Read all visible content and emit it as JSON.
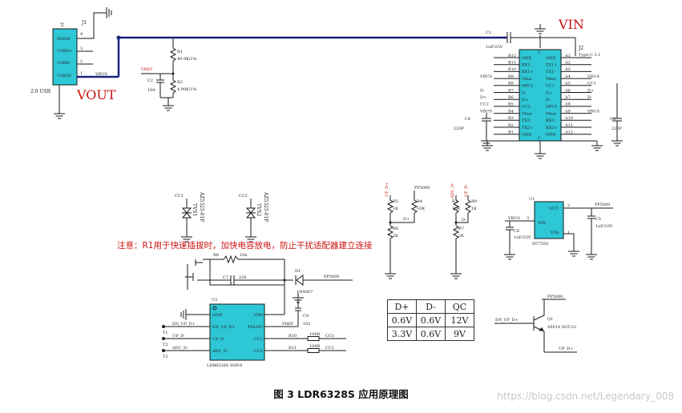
{
  "labels": {
    "vin": "VIN",
    "vout": "VOUT",
    "notice": "注意：R1用于快速插拔时，加快电容放电，防止干扰适配器建立连接"
  },
  "usb_a": {
    "ref": "J1",
    "ref2": "J3",
    "part": "2.0 USB",
    "pins": [
      {
        "num": "4",
        "name": "DGND"
      },
      {
        "num": "3",
        "name": "USBD+"
      },
      {
        "num": "2",
        "name": "USBD-"
      },
      {
        "num": "1",
        "name": "USB5V"
      }
    ],
    "net": "VBUS"
  },
  "divider": {
    "vref": "VREF",
    "r1_ref": "R1",
    "r1_val": "49.9K/1%",
    "r2_ref": "R2",
    "r2_val": "4.99K/1%",
    "c2_ref": "C2",
    "c2_val": "104"
  },
  "typec": {
    "c1_ref": "C1",
    "c1_val": "1uF/25V",
    "ref": "J2",
    "part": "Type-C 3.1",
    "chip_top": "C",
    "chip_bottom": "C",
    "left_pins": [
      {
        "num": "B12",
        "name": "GND",
        "net": ""
      },
      {
        "num": "B11",
        "name": "RX1-",
        "net": ""
      },
      {
        "num": "B10",
        "name": "RX1+",
        "net": ""
      },
      {
        "num": "B9",
        "name": "Vbus",
        "net": "VBUS"
      },
      {
        "num": "B8",
        "name": "SBU2",
        "net": ""
      },
      {
        "num": "B7",
        "name": "D-",
        "net": "D-"
      },
      {
        "num": "B6",
        "name": "D+",
        "net": "D+"
      },
      {
        "num": "B5",
        "name": "CC2",
        "net": "CC2"
      },
      {
        "num": "B4",
        "name": "Vbus",
        "net": "VBUS"
      },
      {
        "num": "B3",
        "name": "TX2-",
        "net": ""
      },
      {
        "num": "B2",
        "name": "TX2+",
        "net": ""
      },
      {
        "num": "B1",
        "name": "GND",
        "net": ""
      }
    ],
    "right_pins": [
      {
        "num": "A1",
        "name": "GND",
        "net": ""
      },
      {
        "num": "A2",
        "name": "TX1+",
        "net": ""
      },
      {
        "num": "A3",
        "name": "TX1-",
        "net": ""
      },
      {
        "num": "A4",
        "name": "Vbus",
        "net": "VBUS"
      },
      {
        "num": "A5",
        "name": "CC1",
        "net": "CC1"
      },
      {
        "num": "A6",
        "name": "D+",
        "net": "D+"
      },
      {
        "num": "A7",
        "name": "D-",
        "net": "D-"
      },
      {
        "num": "A8",
        "name": "SBU1",
        "net": ""
      },
      {
        "num": "A9",
        "name": "Vbus",
        "net": "VBUS"
      },
      {
        "num": "A10",
        "name": "RX2-",
        "net": ""
      },
      {
        "num": "A11",
        "name": "RX2+",
        "net": ""
      },
      {
        "num": "A12",
        "name": "GND",
        "net": ""
      }
    ],
    "c4_ref": "C4",
    "c4_val": "220P",
    "c3_ref": "C3",
    "c3_val": "220P"
  },
  "tvs": [
    {
      "net": "CC1",
      "ref": "TVS1",
      "part": "AZ5325-01F"
    },
    {
      "net": "CC2",
      "ref": "TVS2",
      "part": "AZ5325-01F"
    }
  ],
  "dp_bias": {
    "top_net": "UP_D+",
    "pp_net": "PP5000",
    "r5_ref": "R5",
    "r5_val": "1K",
    "r4_ref": "R4",
    "r4_val": "10K",
    "r6_ref": "R6",
    "r6_val": "2K",
    "mid_net": "D+"
  },
  "dm_bias": {
    "top_net": "ADC_D-",
    "top_net2": "UP_D-",
    "r3_ref": "R3",
    "r3_val": "13K",
    "r9_ref": "R9",
    "r9_val": "1K",
    "r7_ref": "R7",
    "r7_val": "2K",
    "mid_net": "D-"
  },
  "ldo": {
    "ref": "U1",
    "part": "HT7550",
    "out_label": "OUT",
    "vin_label": "VIN",
    "vss_label": "VSS",
    "pin_out": "2",
    "pin_vin": "3",
    "pin_vss": "1",
    "in_net": "VBUS",
    "out_net": "PP5000",
    "c6_ref": "C6",
    "c6_val": "1uF/25V",
    "c5_ref": "C5",
    "c5_val": "1uF/10V"
  },
  "controller": {
    "r8_ref": "R8",
    "r8_val": "10k",
    "c7_ref": "C7",
    "c7_val": "226",
    "d1_ref": "D1",
    "d1_part": "1N4007",
    "pp_net": "PP5000",
    "c8_ref": "C8",
    "c8_val": "102",
    "ref": "U2",
    "part": "LDR6328S SOP-8",
    "left_pins": [
      {
        "label": "GND",
        "net": ""
      },
      {
        "label": "EN_UP_D+",
        "net": "EN_UP_D+",
        "tp": "T1"
      },
      {
        "label": "UP_D-",
        "net": "UP_D-",
        "tp": "T2"
      },
      {
        "label": "ADC_D-",
        "net": "ADC_D-",
        "tp": "T3"
      }
    ],
    "right_pins": [
      {
        "label": "VDD",
        "net": ""
      },
      {
        "label": "PDLDO",
        "net": "VREF"
      },
      {
        "label": "CC1",
        "net": "CC1",
        "r_ref": "R10",
        "r_val": "100R"
      },
      {
        "label": "CC2",
        "net": "CC2",
        "r_ref": "R11",
        "r_val": "100R"
      }
    ]
  },
  "qc_table": {
    "header": [
      "D+",
      "D-",
      "QC"
    ],
    "rows": [
      [
        "0.6V",
        "0.6V",
        "12V"
      ],
      [
        "3.3V",
        "0.6V",
        "9V"
      ]
    ]
  },
  "transistor": {
    "pp_net": "PP5000",
    "ref": "Q1",
    "part": "S9014 SOT-23",
    "in_net": "EN_UP_D+",
    "out_net": "UP_D+"
  },
  "caption": "图 3 LDR6328S 应用原理图",
  "watermark": "https://blog.csdn.net/Legendary_008"
}
